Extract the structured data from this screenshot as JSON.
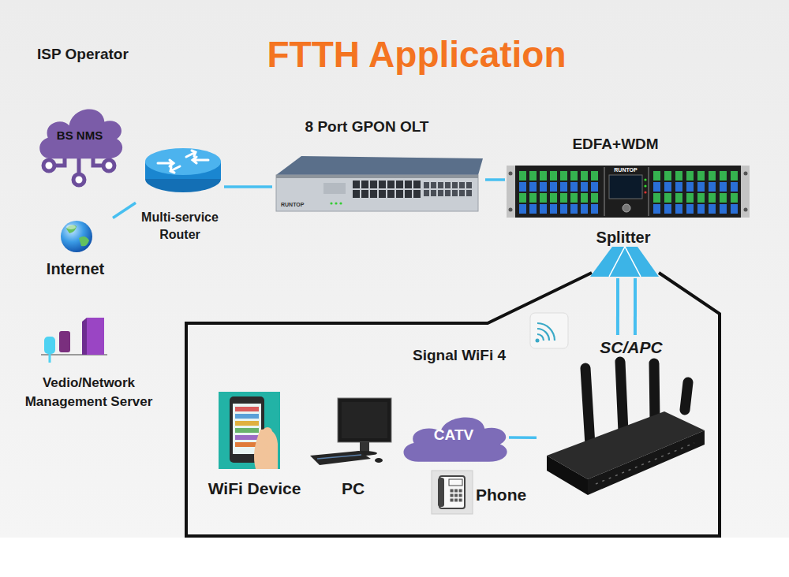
{
  "diagram": {
    "title": "FTTH Application",
    "nodes": [
      {
        "text": [
          "BS NMS"
        ]
      },
      {
        "text": [
          "Internet"
        ]
      },
      {
        "text": [
          "Multi-service Router"
        ]
      },
      {
        "text": [
          "8 Port GPON OLT"
        ]
      },
      {
        "text": [
          "EDFA+WDM"
        ]
      },
      {
        "text": [
          "Splitter"
        ]
      },
      {
        "text": [
          "Vedio/Network Management Server"
        ]
      },
      {
        "text": [
          "SC/APC"
        ]
      },
      {
        "text": [
          "WiFi Device"
        ]
      },
      {
        "text": [
          "PC"
        ]
      },
      {
        "text": [
          "CATV"
        ]
      },
      {
        "text": [
          "Phone"
        ]
      }
    ],
    "edges": [
      {
        "from": 1,
        "to": 2,
        "arrow": "none"
      },
      {
        "from": 2,
        "to": 3,
        "arrow": "none"
      },
      {
        "from": 3,
        "to": 4,
        "arrow": "none"
      },
      {
        "from": 5,
        "to": 7,
        "arrow": "none"
      },
      {
        "from": 5,
        "to": 7,
        "arrow": "none"
      },
      {
        "from": 10,
        "to": 7,
        "arrow": "none"
      }
    ],
    "labels": [
      "ISP Operator",
      "Signal WiFi 4",
      "RUNTOP",
      "RUNTOP"
    ]
  }
}
